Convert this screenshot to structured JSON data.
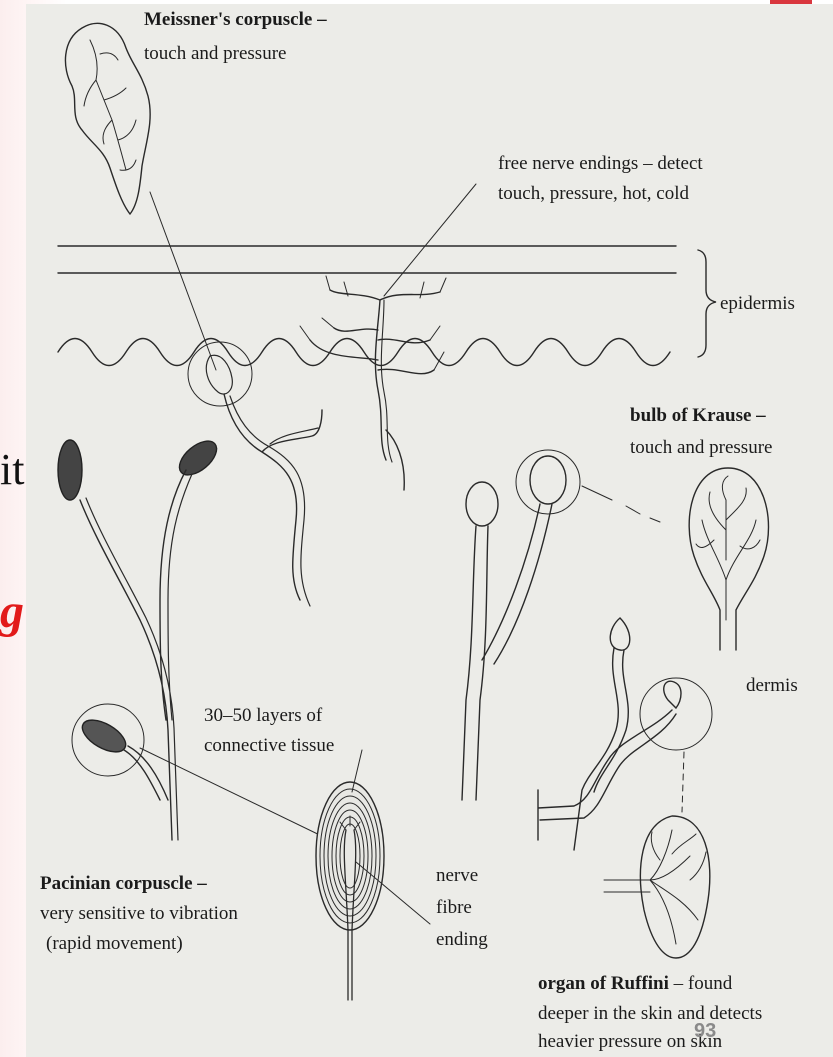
{
  "slide": {
    "bleed_text_1": "it",
    "bleed_text_2": "g",
    "page_number": "93"
  },
  "labels": {
    "meissner_title": "Meissner's corpuscle –",
    "meissner_desc": "touch and pressure",
    "free_nerve_line1": "free nerve endings – detect",
    "free_nerve_line2": "touch, pressure, hot, cold",
    "epidermis": "epidermis",
    "krause_title": "bulb of Krause –",
    "krause_desc": "touch and pressure",
    "dermis": "dermis",
    "layers_line1": "30–50 layers of",
    "layers_line2": "connective tissue",
    "pacinian_title": "Pacinian corpuscle –",
    "pacinian_line1": "very sensitive to vibration",
    "pacinian_line2": "(rapid movement)",
    "nerve_line1": "nerve",
    "nerve_line2": "fibre",
    "nerve_line3": "ending",
    "ruffini_title": "organ of Ruffini",
    "ruffini_line1": " – found",
    "ruffini_line2": "deeper in the skin and detects",
    "ruffini_line3": "heavier pressure on skin"
  },
  "colors": {
    "panel_bg": "#ecece8",
    "ink": "#1b1b1b",
    "accent_red": "#e21a1a"
  }
}
